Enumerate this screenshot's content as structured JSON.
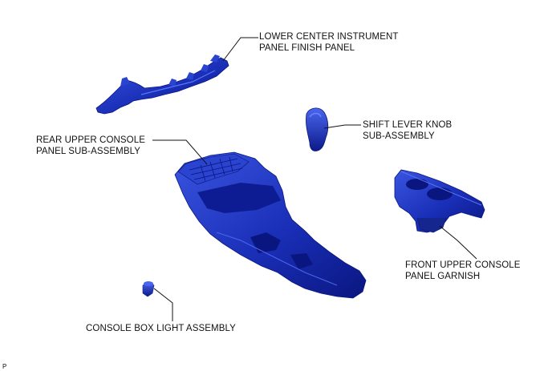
{
  "parts": {
    "lower_center_panel": {
      "line1": "LOWER CENTER INSTRUMENT",
      "line2": "PANEL FINISH PANEL"
    },
    "shift_knob": {
      "line1": "SHIFT LEVER KNOB",
      "line2": "SUB-ASSEMBLY"
    },
    "rear_upper_console": {
      "line1": "REAR UPPER CONSOLE",
      "line2": "PANEL SUB-ASSEMBLY"
    },
    "front_upper_garnish": {
      "line1": "FRONT UPPER CONSOLE",
      "line2": "PANEL GARNISH"
    },
    "console_box_light": {
      "line1": "CONSOLE BOX LIGHT ASSEMBLY"
    }
  },
  "corner_mark": "P",
  "colors": {
    "part_fill": "#1a2fb8",
    "part_dark": "#0a1680",
    "part_light": "#3a55e0",
    "leader_line": "#111111"
  }
}
